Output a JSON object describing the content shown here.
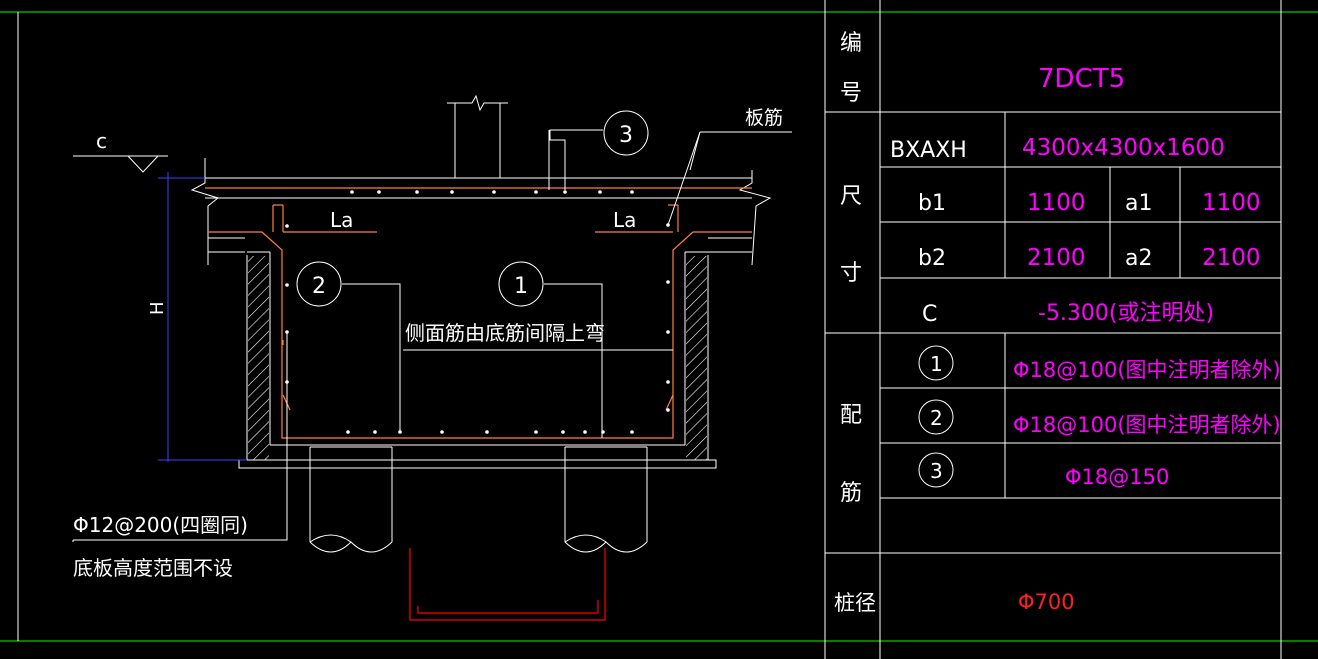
{
  "drawing": {
    "elev_mark": "c",
    "height_dim": "H",
    "anchor_left": "La",
    "anchor_right": "La",
    "slab_rebar_label": "板筋",
    "callout_1": "1",
    "callout_2": "2",
    "callout_3": "3",
    "side_rebar_note": "侧面筋由底筋间隔上弯",
    "stirrup_note": "Φ12@200(四圈同)",
    "bottom_note": "底板高度范围不设"
  },
  "table": {
    "code_label_1": "编",
    "code_label_2": "号",
    "code_value": "7DCT5",
    "size_label_1": "尺",
    "size_label_2": "寸",
    "bxaxh_label": "BXAXH",
    "bxaxh_value": "4300x4300x1600",
    "b1_label": "b1",
    "b1_value": "1100",
    "a1_label": "a1",
    "a1_value": "1100",
    "b2_label": "b2",
    "b2_value": "2100",
    "a2_label": "a2",
    "a2_value": "2100",
    "c_label": "C",
    "c_value": "-5.300(或注明处)",
    "rebar_label_1": "配",
    "rebar_label_2": "筋",
    "r1_mark": "1",
    "r1_value": "Φ18@100(图中注明者除外)",
    "r2_mark": "2",
    "r2_value": "Φ18@100(图中注明者除外)",
    "r3_mark": "3",
    "r3_value": "Φ18@150",
    "pile_label": "桩径",
    "pile_value": "Φ700"
  },
  "colors": {
    "frame": "#00ff00",
    "line": "#ffffff",
    "rebar": "#ff8040",
    "magenta": "#ff00ff",
    "red": "#ff0000",
    "dim": "#3a3aff"
  }
}
